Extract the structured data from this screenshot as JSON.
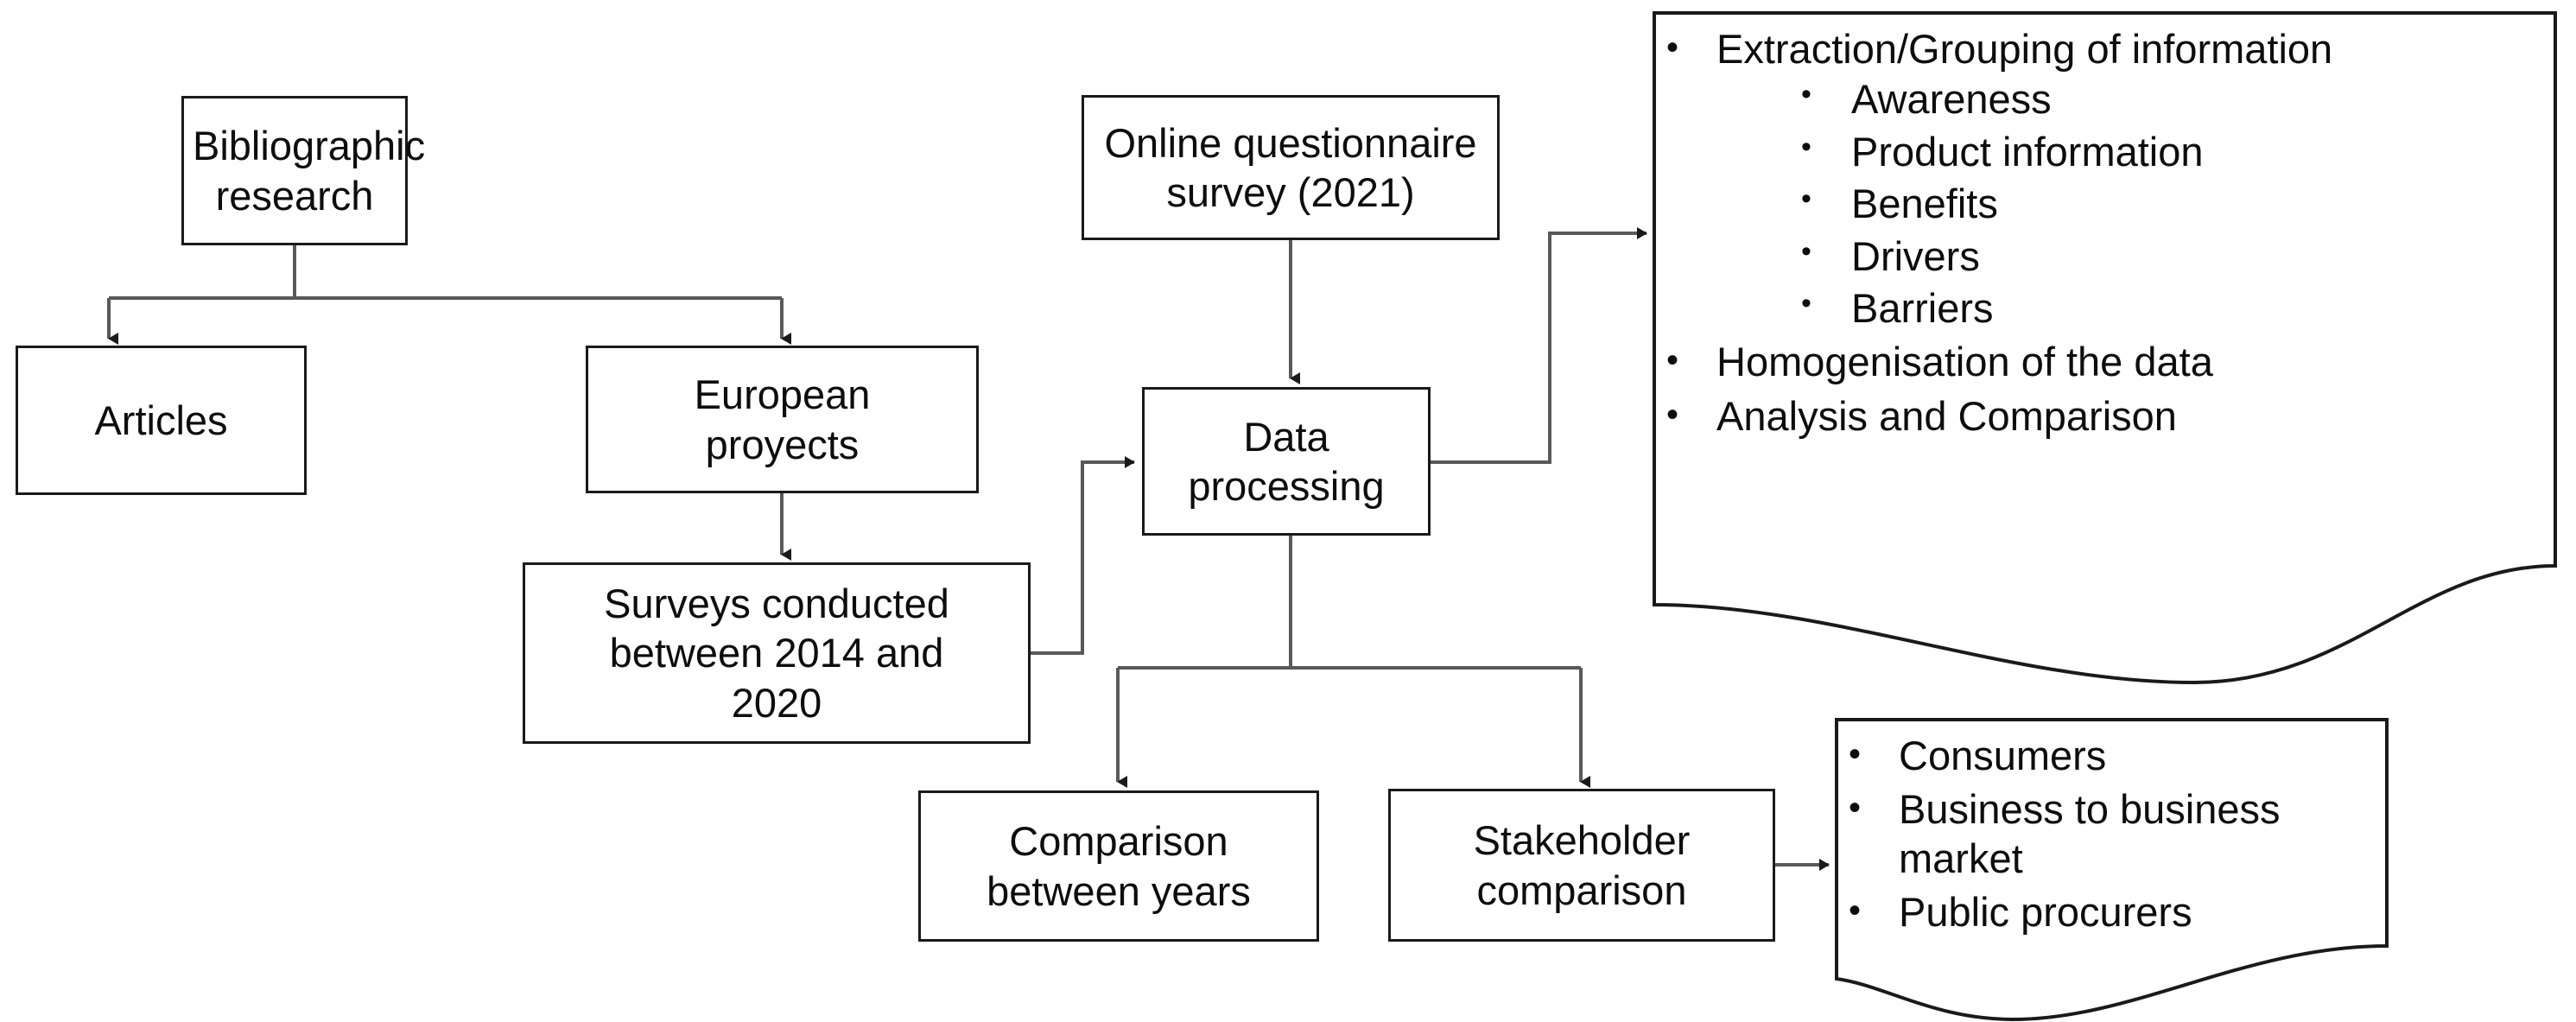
{
  "diagram": {
    "title": "Research methodology flowchart",
    "colors": {
      "box_border": "#1a1a1a",
      "connector": "#595959",
      "background": "#ffffff",
      "text": "#0d0d0d"
    },
    "nodes": {
      "bibliographic_research": "Bibliographic\nresearch",
      "bibliographic_research_line1": "Bibliographic",
      "bibliographic_research_line2": "research",
      "articles": "Articles",
      "european_proyects_line1": "European",
      "european_proyects_line2": "proyects",
      "surveys_line1": "Surveys conducted",
      "surveys_line2": "between 2014 and",
      "surveys_line3": "2020",
      "online_survey_line1": "Online questionnaire",
      "online_survey_line2": "survey (2021)",
      "data_processing_line1": "Data",
      "data_processing_line2": "processing",
      "comparison_years_line1": "Comparison",
      "comparison_years_line2": "between years",
      "stakeholder_line1": "Stakeholder",
      "stakeholder_line2": "comparison"
    },
    "processing_document": {
      "items": [
        {
          "label": "Extraction/Grouping of information",
          "bullet": "•",
          "sub": [
            {
              "label": "Awareness",
              "bullet": "•"
            },
            {
              "label": "Product information",
              "bullet": "•"
            },
            {
              "label": "Benefits",
              "bullet": "•"
            },
            {
              "label": "Drivers",
              "bullet": "•"
            },
            {
              "label": "Barriers",
              "bullet": "•"
            }
          ]
        },
        {
          "label": "Homogenisation of the data",
          "bullet": "•",
          "sub": []
        },
        {
          "label": "Analysis and Comparison",
          "bullet": "•",
          "sub": []
        }
      ]
    },
    "stakeholder_document": {
      "items": [
        {
          "label": "Consumers",
          "bullet": "•"
        },
        {
          "label": "Business to business market",
          "bullet": "•"
        },
        {
          "label": "Public procurers",
          "bullet": "•"
        }
      ]
    },
    "connectors": [
      {
        "from": "bibliographic_research",
        "to": "articles",
        "type": "elbow-arrow"
      },
      {
        "from": "bibliographic_research",
        "to": "european_proyects",
        "type": "elbow-arrow"
      },
      {
        "from": "european_proyects",
        "to": "surveys",
        "type": "straight-arrow"
      },
      {
        "from": "surveys",
        "to": "data_processing",
        "type": "elbow-arrow"
      },
      {
        "from": "online_survey",
        "to": "data_processing",
        "type": "straight-arrow"
      },
      {
        "from": "data_processing",
        "to": "processing_document",
        "type": "elbow-arrow"
      },
      {
        "from": "data_processing",
        "to": "comparison_years",
        "type": "elbow-arrow"
      },
      {
        "from": "data_processing",
        "to": "stakeholder",
        "type": "elbow-arrow"
      },
      {
        "from": "stakeholder",
        "to": "stakeholder_document",
        "type": "straight-arrow"
      }
    ]
  }
}
